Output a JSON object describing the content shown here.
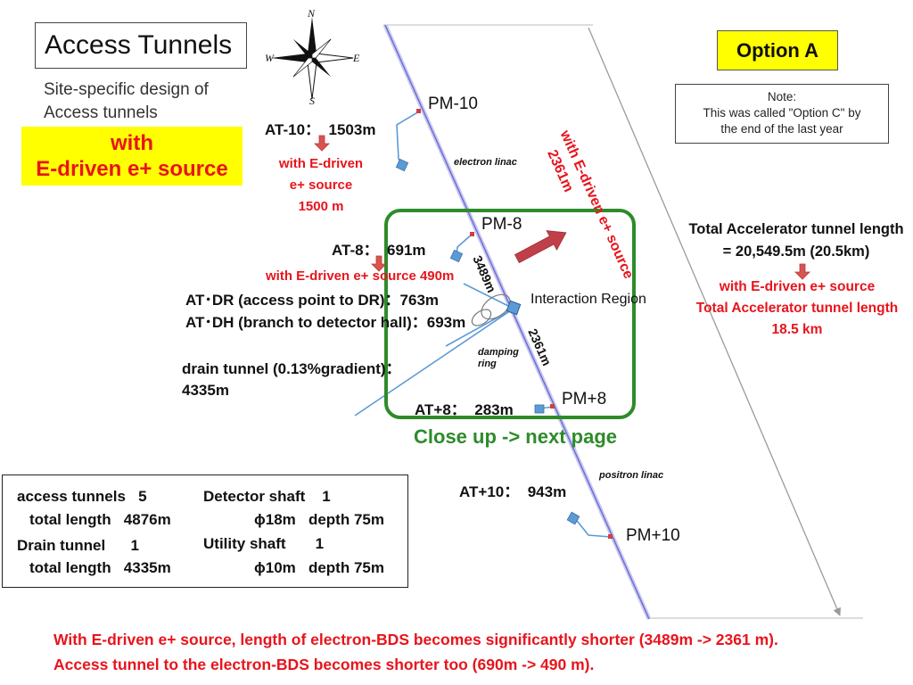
{
  "title": "Access Tunnels",
  "subtitle_lines": [
    "Site-specific design of",
    "Access tunnels"
  ],
  "highlight_lines": [
    "with",
    "E-driven e+ source"
  ],
  "option": "Option A",
  "note_lines": [
    "Note:",
    "This was called \"Option C\" by",
    "the end of the last year"
  ],
  "compass": {
    "n": "N",
    "s": "S",
    "e": "E",
    "w": "W"
  },
  "pm_labels": {
    "pm_10": "PM-10",
    "pm_8": "PM-8",
    "pm_p8": "PM+8",
    "pm_p10": "PM+10"
  },
  "linac_labels": {
    "electron": "electron linac",
    "positron": "positron linac"
  },
  "at_10": {
    "label": "AT-10：",
    "value": "1503m"
  },
  "at_10_red_lines": [
    "with E-driven",
    "e+ source",
    "1500 m"
  ],
  "at_8": {
    "label": "AT-8：",
    "value": "691m"
  },
  "at_8_red": "with E-driven e+ source 490m",
  "at_dr": "AT･DR (access point to DR)：763m",
  "at_dh": "AT･DH (branch to detector hall)：693m",
  "drain_lines": [
    "drain tunnel (0.13%gradient)：",
    "4335m"
  ],
  "at_p8": {
    "label": "AT+8：",
    "value": "283m"
  },
  "at_p10": {
    "label": "AT+10：",
    "value": "943m"
  },
  "interaction_region": "Interaction Region",
  "damping_ring_lines": [
    "damping",
    "ring"
  ],
  "dist_3489": "3489m",
  "dist_2361": "2361m",
  "rotated_red_lines": [
    "with E-driven e+ source",
    "2361m"
  ],
  "close_up": "Close up  -> next page",
  "total_lines": [
    "Total Accelerator tunnel length",
    "= 20,549.5m (20.5km)"
  ],
  "total_red_lines": [
    "with E-driven e+ source",
    "Total Accelerator tunnel length",
    "18.5 km"
  ],
  "stats": {
    "access_tunnels": {
      "label": "access tunnels",
      "value": "5"
    },
    "access_total": {
      "label": "total length",
      "value": "4876m"
    },
    "drain_tunnel": {
      "label": "Drain tunnel",
      "value": "1"
    },
    "drain_total": {
      "label": "total length",
      "value": "4335m"
    },
    "detector_shaft": {
      "label": "Detector shaft",
      "value": "1"
    },
    "detector_dims": {
      "diameter": "ϕ18m",
      "depth": "depth 75m"
    },
    "utility_shaft": {
      "label": "Utility shaft",
      "value": "1"
    },
    "utility_dims": {
      "diameter": "ϕ10m",
      "depth": "depth 75m"
    }
  },
  "footer_lines": [
    "With E-driven e+ source, length of electron-BDS becomes significantly shorter (3489m -> 2361 m).",
    "Access tunnel to the electron-BDS becomes shorter too (690m -> 490 m)."
  ],
  "colors": {
    "red": "#e8141c",
    "yellow": "#ffff00",
    "green": "#2e8b2a",
    "tunnel": "#5b9bd5",
    "main_line": "#6b6bd8"
  }
}
